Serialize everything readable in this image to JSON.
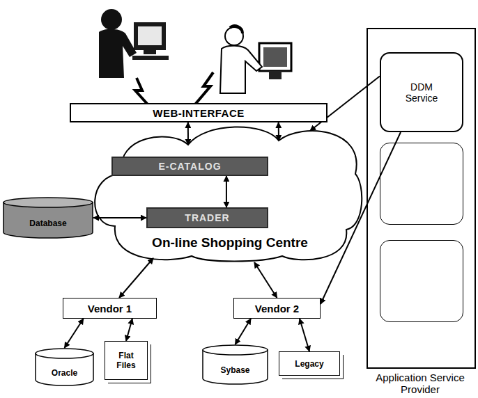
{
  "diagram": {
    "nodes": [
      {
        "text": [
          "WEB-INTERFACE"
        ]
      },
      {
        "text": [
          "On-line Shopping Centre"
        ]
      },
      {
        "text": [
          "E-CATALOG"
        ],
        "in": 1
      },
      {
        "text": [
          "TRADER"
        ],
        "in": 1
      },
      {
        "text": [
          "Database"
        ]
      },
      {
        "text": [
          "Vendor 1"
        ]
      },
      {
        "text": [
          "Vendor 2"
        ]
      },
      {
        "text": [
          "Oracle"
        ]
      },
      {
        "text": [
          "Flat Files"
        ]
      },
      {
        "text": [
          "Sybase"
        ]
      },
      {
        "text": [
          "Legacy"
        ]
      },
      {
        "text": [
          "Application Service Provider"
        ]
      },
      {
        "text": [
          "DDM Service"
        ],
        "in": 11
      }
    ],
    "edges": [
      {
        "from": 0,
        "to": 1,
        "arrow": "both"
      },
      {
        "from": 0,
        "to": 1,
        "arrow": "both"
      },
      {
        "from": 2,
        "to": 3,
        "arrow": "both"
      },
      {
        "from": 4,
        "to": 3,
        "arrow": "both"
      },
      {
        "from": 1,
        "to": 5,
        "arrow": "both"
      },
      {
        "from": 1,
        "to": 6,
        "arrow": "both"
      },
      {
        "from": 5,
        "to": 7,
        "arrow": "both"
      },
      {
        "from": 5,
        "to": 8,
        "arrow": "both"
      },
      {
        "from": 6,
        "to": 9,
        "arrow": "both"
      },
      {
        "from": 6,
        "to": 10,
        "arrow": "both"
      },
      {
        "from": 12,
        "to": 1,
        "arrow": "to"
      },
      {
        "from": 12,
        "to": 6,
        "arrow": "to"
      }
    ]
  }
}
